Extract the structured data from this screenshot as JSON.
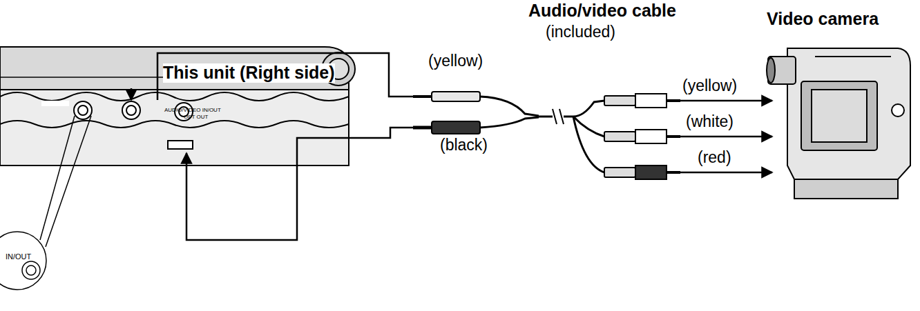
{
  "diagram": {
    "labels": [
      "Audio/video cable",
      "(included)",
      "This unit (Right side)",
      "(yellow)",
      "Video camera",
      "(yellow)",
      "(white)",
      "(black)",
      "(red)",
      "AUDIO/VIDEO IN/OUT",
      "OPT OUT",
      "IN/OUT"
    ]
  }
}
